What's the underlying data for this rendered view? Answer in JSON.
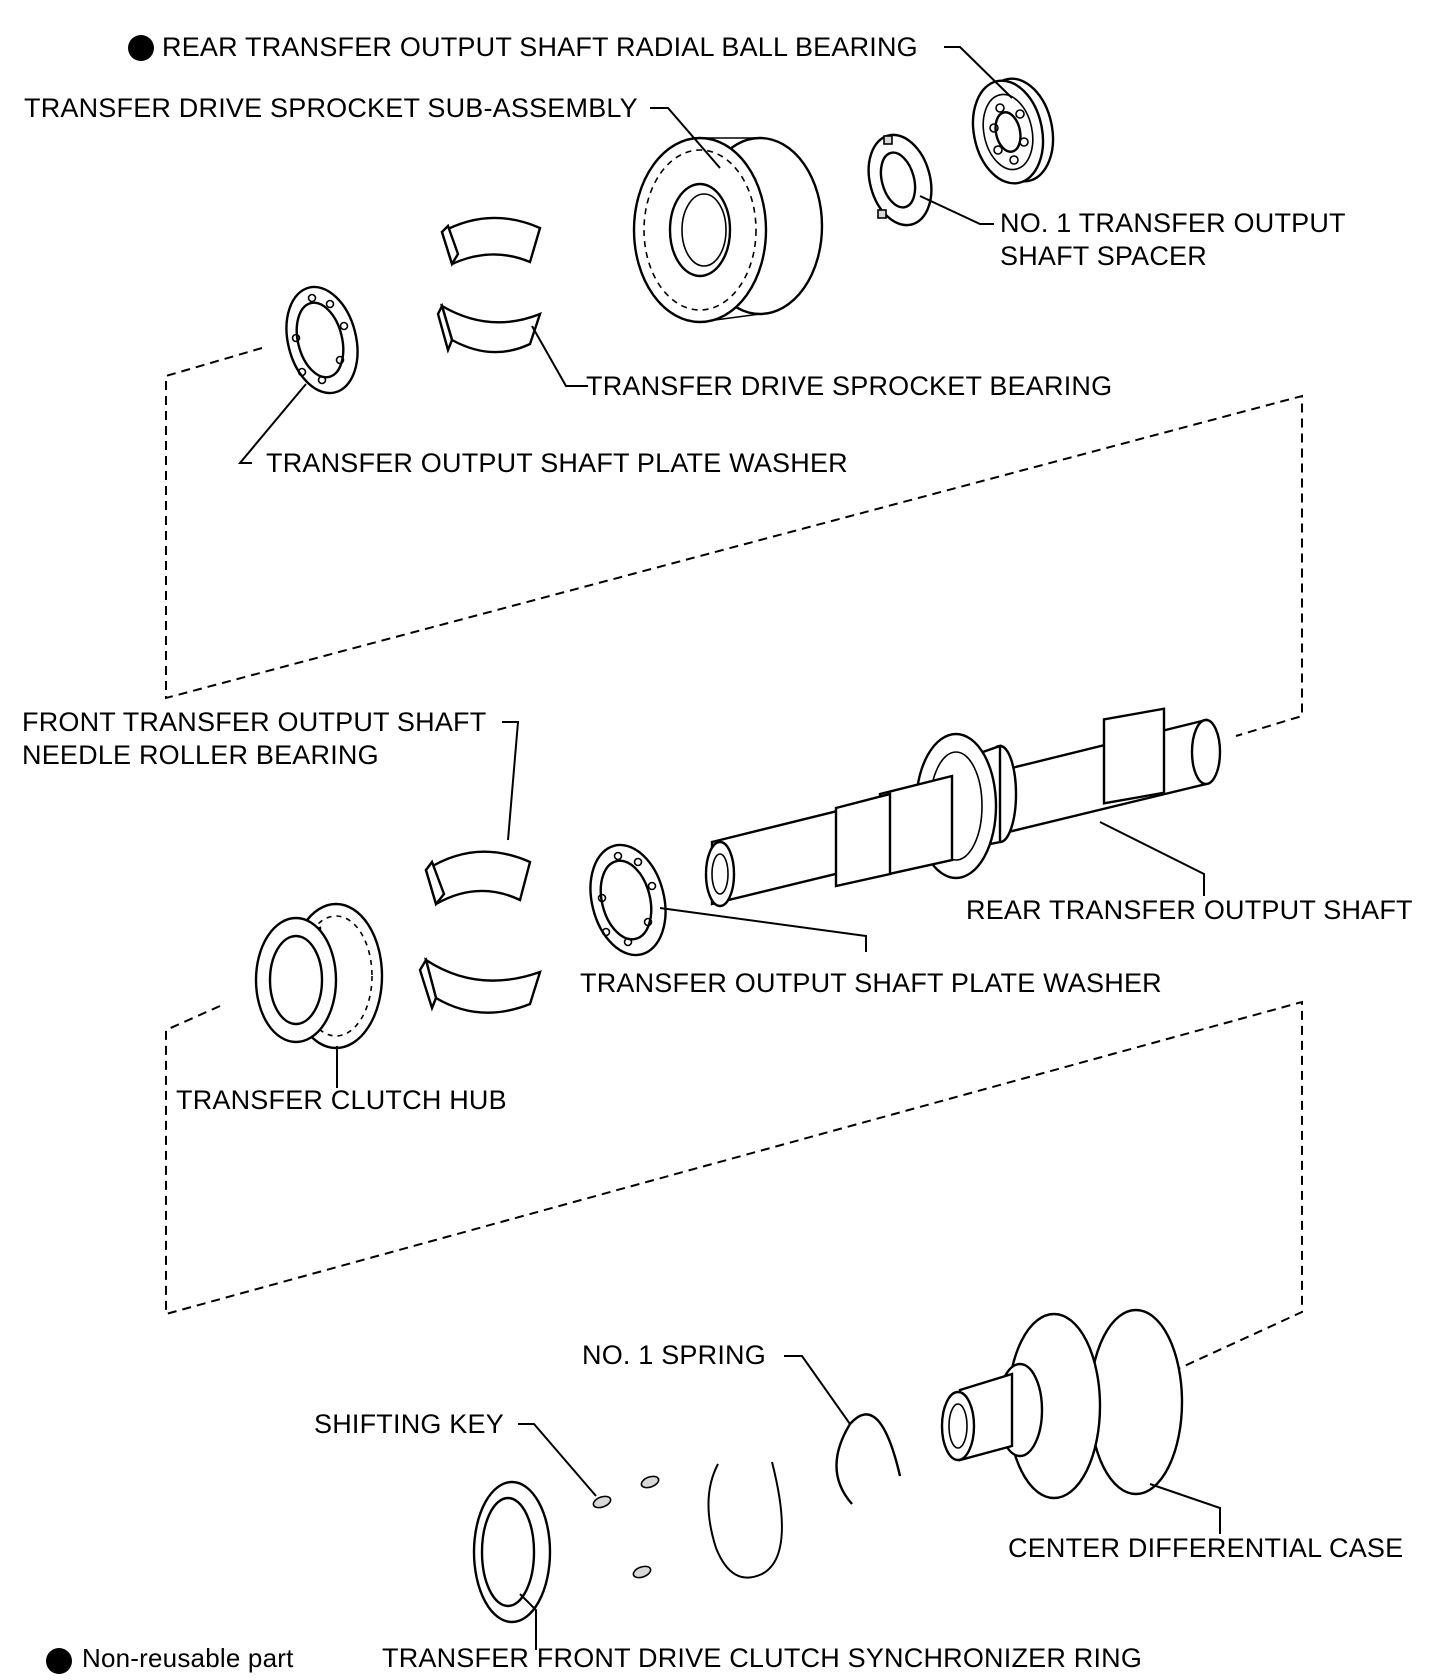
{
  "labels": {
    "rear_radial_ball_bearing": "REAR TRANSFER OUTPUT SHAFT RADIAL BALL BEARING",
    "drive_sprocket_sub_assembly": "TRANSFER DRIVE SPROCKET SUB-ASSEMBLY",
    "no1_spacer_line1": "NO. 1 TRANSFER OUTPUT",
    "no1_spacer_line2": "SHAFT SPACER",
    "drive_sprocket_bearing": "TRANSFER DRIVE SPROCKET BEARING",
    "plate_washer_upper": "TRANSFER OUTPUT SHAFT PLATE WASHER",
    "front_needle_bearing_line1": "FRONT TRANSFER OUTPUT SHAFT",
    "front_needle_bearing_line2": "NEEDLE ROLLER BEARING",
    "rear_output_shaft": "REAR TRANSFER OUTPUT SHAFT",
    "plate_washer_lower": "TRANSFER OUTPUT SHAFT PLATE WASHER",
    "clutch_hub": "TRANSFER CLUTCH HUB",
    "no1_spring": "NO. 1 SPRING",
    "shifting_key": "SHIFTING KEY",
    "center_diff_case": "CENTER DIFFERENTIAL CASE",
    "synchronizer_ring": "TRANSFER FRONT DRIVE CLUTCH SYNCHRONIZER RING"
  },
  "legend": {
    "non_reusable": "Non-reusable part"
  },
  "colors": {
    "ink": "#000000",
    "paper": "#ffffff",
    "shade": "#d8d8d8"
  },
  "markers": {
    "non_reusable_marker": "filled-circle"
  }
}
